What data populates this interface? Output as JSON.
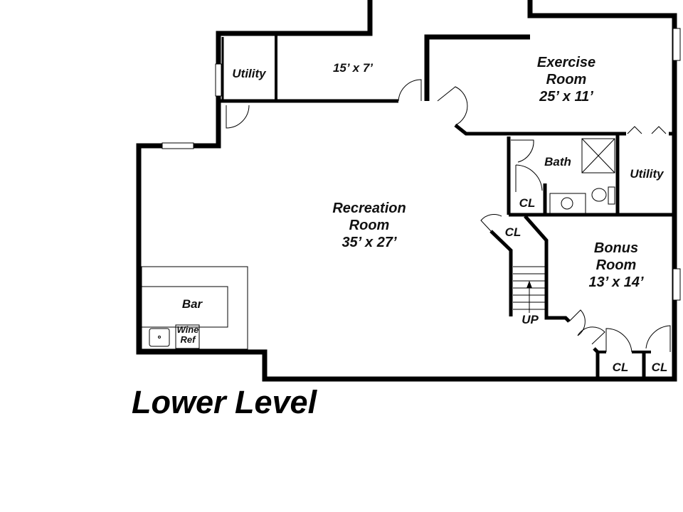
{
  "title": "Lower Level",
  "rooms": {
    "utility_left": {
      "name": "Utility"
    },
    "storage": {
      "dims": "15’ x 7’"
    },
    "exercise": {
      "name_line1": "Exercise",
      "name_line2": "Room",
      "dims": "25’ x 11’"
    },
    "bath": {
      "name": "Bath"
    },
    "utility_right": {
      "name": "Utility"
    },
    "bath_closet": {
      "name": "CL"
    },
    "recreation": {
      "name_line1": "Recreation",
      "name_line2": "Room",
      "dims": "35’ x 27’"
    },
    "stair_closet": {
      "name": "CL"
    },
    "bonus": {
      "name_line1": "Bonus",
      "name_line2": "Room",
      "dims": "13’ x 14’"
    },
    "stairs": {
      "label": "UP"
    },
    "closet_1": {
      "name": "CL"
    },
    "closet_2": {
      "name": "CL"
    },
    "bar": {
      "name": "Bar"
    },
    "wine_ref": {
      "line1": "Wine",
      "line2": "Ref"
    }
  }
}
